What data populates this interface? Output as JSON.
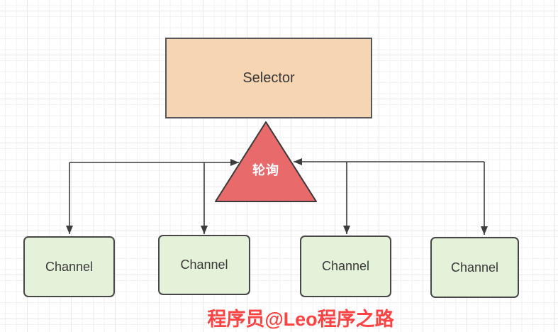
{
  "diagram": {
    "selector": {
      "label": "Selector"
    },
    "poller": {
      "label": "轮询"
    },
    "channels": [
      {
        "label": "Channel"
      },
      {
        "label": "Channel"
      },
      {
        "label": "Channel"
      },
      {
        "label": "Channel"
      }
    ],
    "watermark": {
      "text": "程序员@Leo程序之路"
    }
  },
  "colors": {
    "selector-fill": "#f6d5b3",
    "selector-border": "#55555d",
    "triangle-fill": "#e96a6a",
    "triangle-border": "#3a3a3a",
    "channel-fill": "#e4f2da",
    "channel-border": "#474747",
    "arrow": "#3c3c3c",
    "label-text": "#383838",
    "triangle-text": "#ffffff",
    "watermark-text": "#fa4343",
    "grid-minor": "#f2f2f3",
    "grid-major": "#e8e8ea",
    "canvas-bg": "#ffffff"
  }
}
